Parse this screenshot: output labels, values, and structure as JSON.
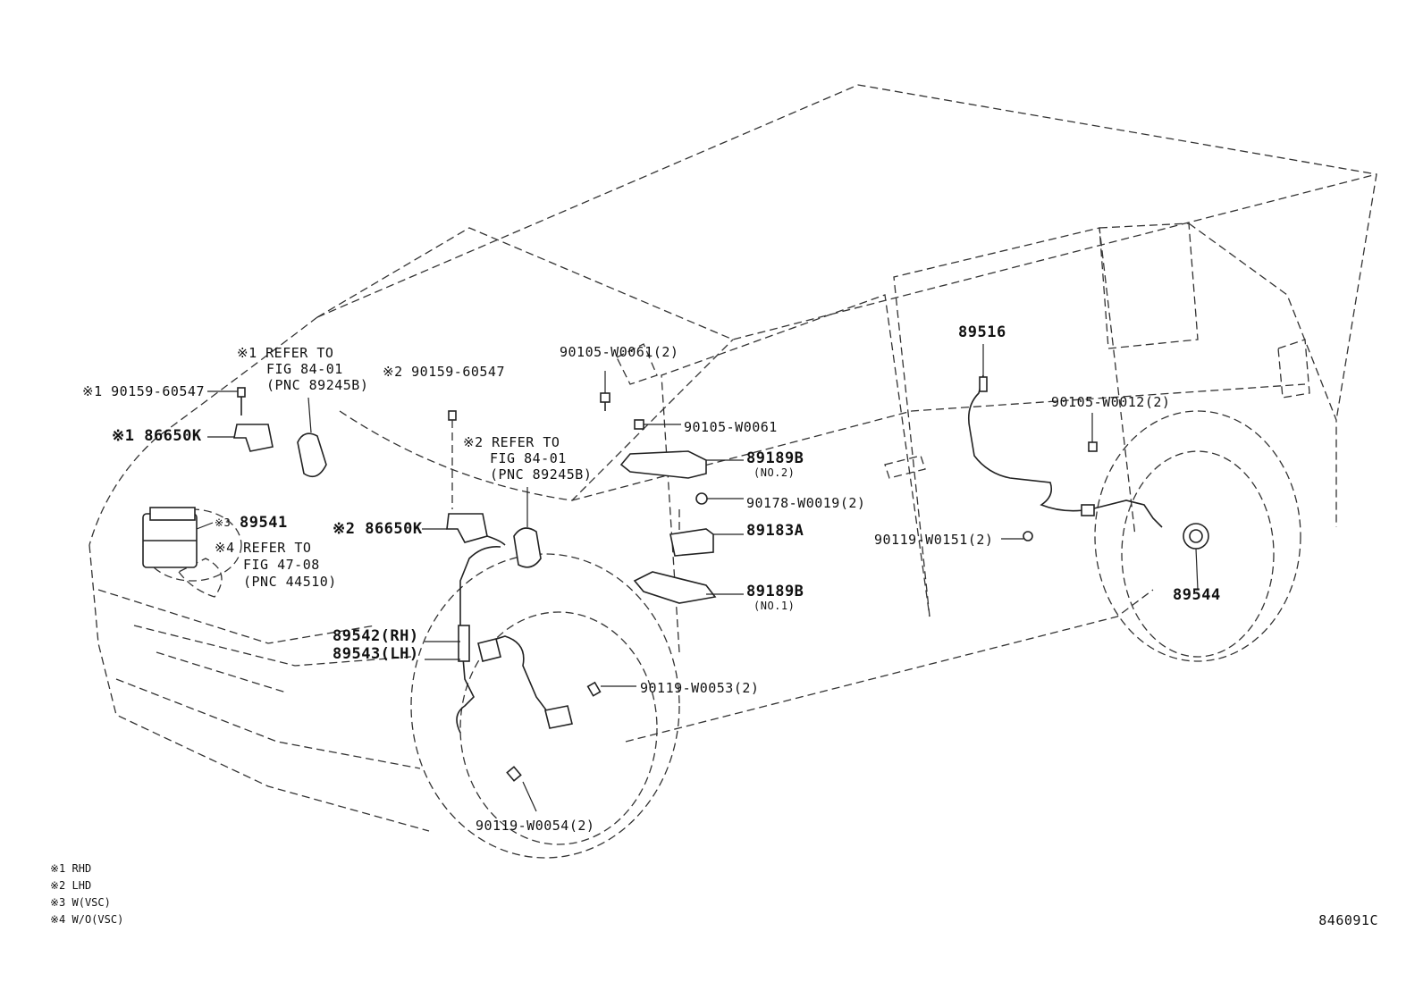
{
  "labels": {
    "ref_rhd_line1": "※1 REFER TO",
    "ref_rhd_line2": "FIG 84-01",
    "ref_rhd_line3": "(PNC 89245B)",
    "bolt_rhd": "※1 90159-60547",
    "bracket_rhd": "※1 86650K",
    "bolt_lhd": "※2 90159-60547",
    "ref_lhd_line1": "※2 REFER TO",
    "ref_lhd_line2": "FIG 84-01",
    "ref_lhd_line3": "(PNC 89245B)",
    "actuator_mark": "※3",
    "actuator_part": "89541",
    "ref_wo_line1": "※4 REFER TO",
    "ref_wo_line2": "FIG 47-08",
    "ref_wo_line3": "(PNC 44510)",
    "bracket_lhd": "※2 86650K",
    "front_sensor_rh": "89542(RH)",
    "front_sensor_lh": "89543(LH)",
    "bolt_front_upper": "90119-W0053(2)",
    "bolt_front_lower": "90119-W0054(2)",
    "bolt_top_center": "90105-W0061(2)",
    "bolt_bracket": "90105-W0061",
    "bracket_no2": "89189B",
    "bracket_no2_note": "(NO.2)",
    "nut_center": "90178-W0019(2)",
    "sensor_center": "89183A",
    "bracket_no1": "89189B",
    "bracket_no1_note": "(NO.1)",
    "rear_sensor": "89516",
    "bolt_rear_upper": "90105-W0012(2)",
    "bolt_rear_lower": "90119-W0151(2)",
    "rear_rotor": "89544"
  },
  "legend": [
    "※1 RHD",
    "※2 LHD",
    "※3 W(VSC)",
    "※4 W/O(VSC)"
  ],
  "figure_code": "846091C"
}
